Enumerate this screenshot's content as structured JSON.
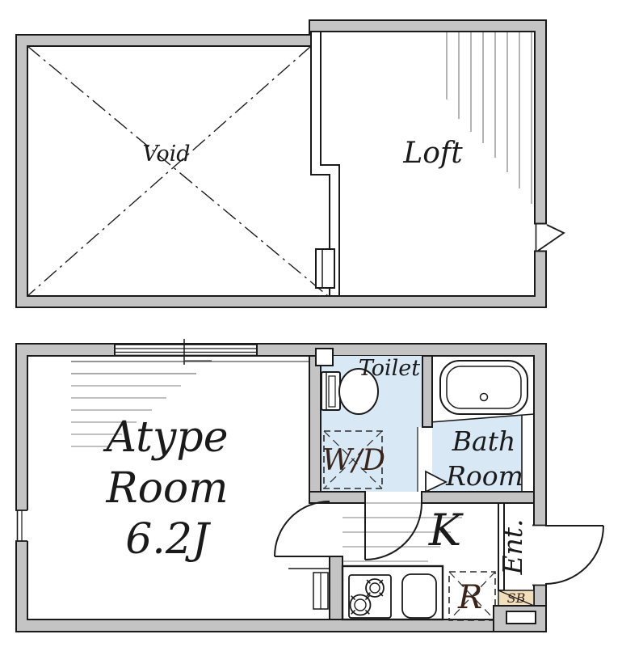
{
  "palette": {
    "wall": "#c4c4c4",
    "wet_area": "#d8e8f4",
    "shoe_box": "#f1debc",
    "line": "#1a1a1a",
    "hatch": "#9a9a9a",
    "brown_text": "#3a241a"
  },
  "upper_floor": {
    "void_label": "Void",
    "loft_label": "Loft"
  },
  "lower_floor": {
    "room_name_line1": "Atype",
    "room_name_line2": "Room",
    "room_size_line": "6.2J",
    "toilet_label": "Toilet",
    "washer_dryer_label": "W/D",
    "bath_line1": "Bath",
    "bath_line2": "Room",
    "kitchen_label": "K",
    "refrigerator_label": "R",
    "entrance_label": "Ent.",
    "shoe_box_label": "SB"
  }
}
